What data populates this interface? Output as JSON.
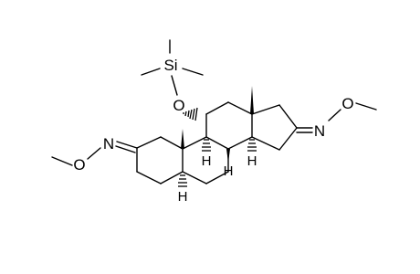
{
  "molecule": {
    "atoms": {
      "si": "Si",
      "o_tms": "O",
      "o_left": "O",
      "n_left": "N",
      "o_right": "O",
      "n_right": "N",
      "h9": "H",
      "h8": "H",
      "h14": "H",
      "h5": "H"
    }
  }
}
